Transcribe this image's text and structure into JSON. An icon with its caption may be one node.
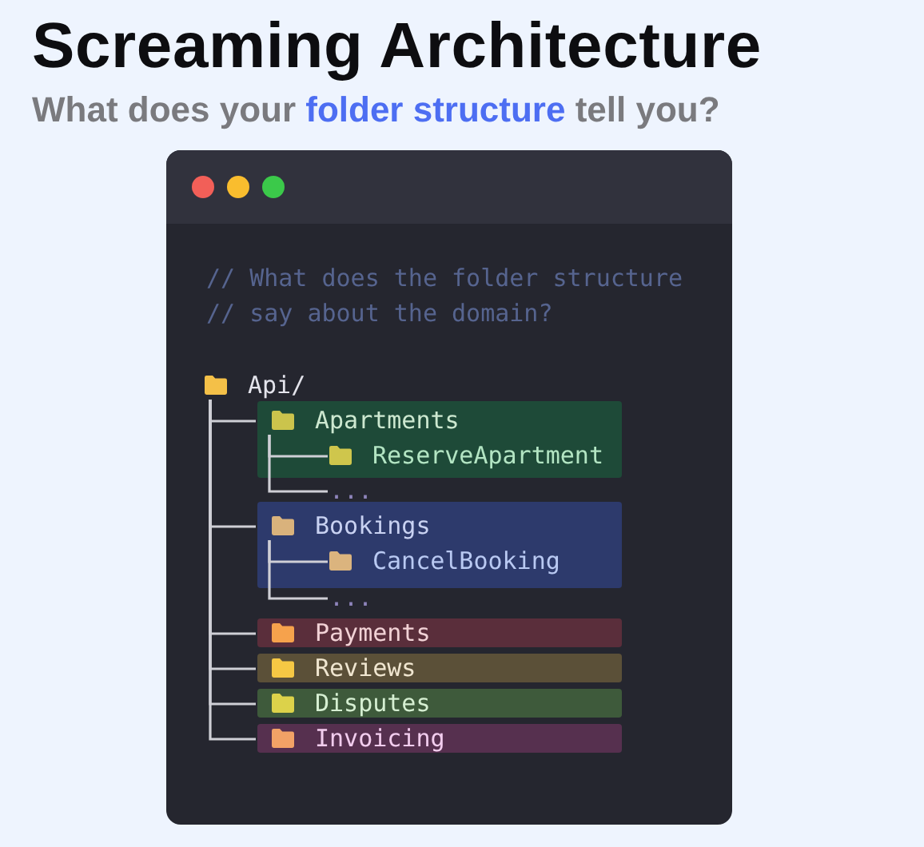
{
  "diagram": {
    "title": "Screaming Architecture",
    "nodes": [
      {
        "text": [
          "// What does the folder structure // say about the domain?"
        ]
      },
      {
        "text": [
          "Api/"
        ],
        "in": 0
      },
      {
        "text": [
          "Apartments"
        ],
        "in": 0
      },
      {
        "text": [
          "ReserveApartment"
        ],
        "in": 2
      },
      {
        "text": [
          "..."
        ],
        "in": 0
      },
      {
        "text": [
          "Bookings"
        ],
        "in": 0
      },
      {
        "text": [
          "CancelBooking"
        ],
        "in": 5
      },
      {
        "text": [
          "..."
        ],
        "in": 0
      },
      {
        "text": [
          "Payments"
        ],
        "in": 0
      },
      {
        "text": [
          "Reviews"
        ],
        "in": 0
      },
      {
        "text": [
          "Disputes"
        ],
        "in": 0
      },
      {
        "text": [
          "Invoicing"
        ],
        "in": 0
      }
    ],
    "edges": [
      {
        "from": 1,
        "to": 2,
        "arrow": "none"
      },
      {
        "from": 2,
        "to": 3,
        "arrow": "none"
      },
      {
        "from": 2,
        "to": 4,
        "arrow": "none"
      },
      {
        "from": 1,
        "to": 5,
        "arrow": "none"
      },
      {
        "from": 5,
        "to": 6,
        "arrow": "none"
      },
      {
        "from": 5,
        "to": 7,
        "arrow": "none"
      },
      {
        "from": 1,
        "to": 8,
        "arrow": "none"
      },
      {
        "from": 1,
        "to": 9,
        "arrow": "none"
      },
      {
        "from": 1,
        "to": 10,
        "arrow": "none"
      },
      {
        "from": 1,
        "to": 11,
        "arrow": "none"
      }
    ],
    "labels": [
      "What does your **folder structure** tell you?"
    ]
  }
}
